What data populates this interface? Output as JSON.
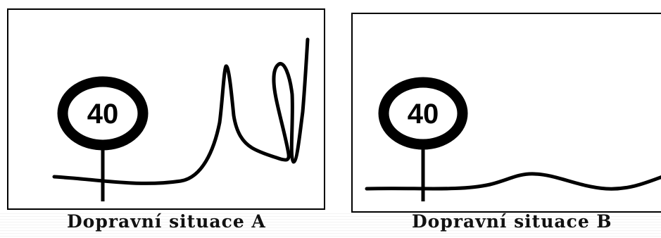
{
  "panels": [
    {
      "sign": {
        "speed_limit": "40"
      },
      "caption": "Dopravní situace  A"
    },
    {
      "sign": {
        "speed_limit": "40"
      },
      "caption": "Dopravní situace  B"
    }
  ],
  "colors": {
    "stroke": "#000000",
    "background": "#ffffff"
  }
}
